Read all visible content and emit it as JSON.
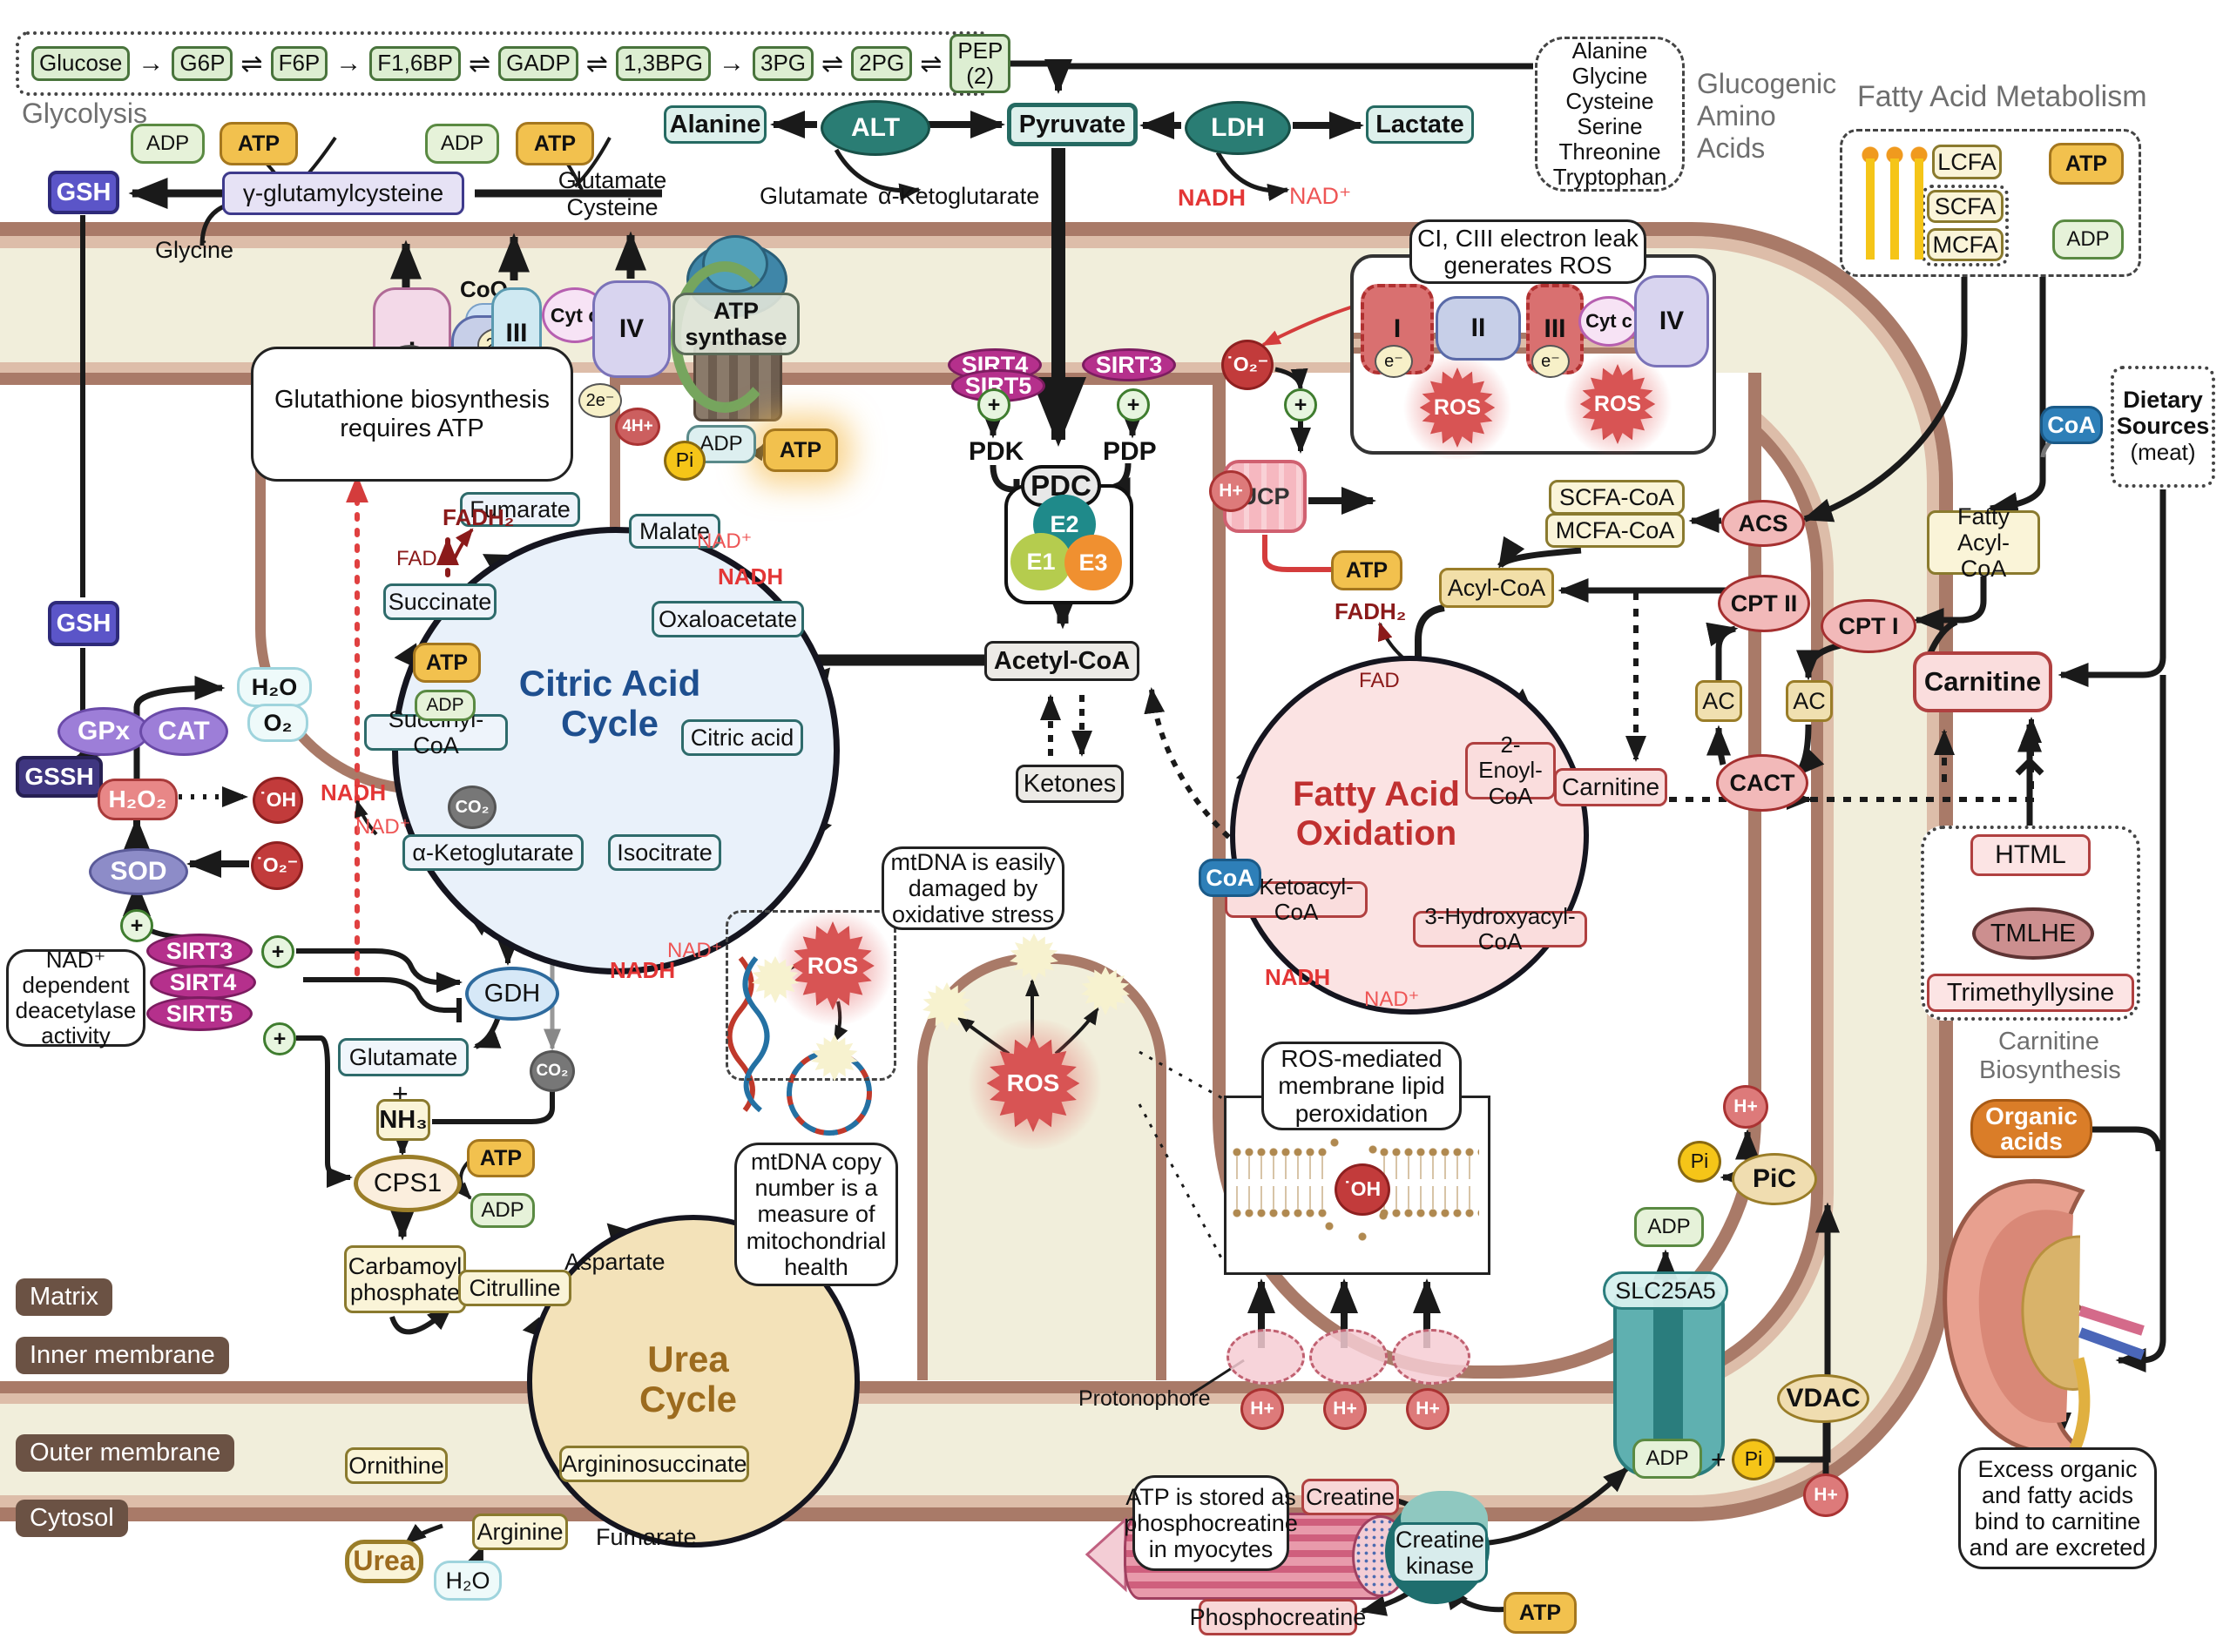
{
  "glycolysis": {
    "label": "Glycolysis",
    "steps": [
      "Glucose",
      "G6P",
      "F6P",
      "F1,6BP",
      "GADP",
      "1,3BPG",
      "3PG",
      "2PG",
      "PEP (2)"
    ],
    "ops": [
      "→",
      "⇌",
      "→",
      "⇌",
      "⇌",
      "→",
      "⇌",
      "⇌"
    ]
  },
  "cof": {
    "atp": "ATP",
    "adp": "ADP",
    "pi": "Pi",
    "nadh": "NADH",
    "nad": "NAD⁺",
    "fadh2": "FADH₂",
    "fad": "FAD",
    "h2o": "H₂O",
    "o2": "O₂",
    "co2": "CO₂",
    "hplus": "H+",
    "h4": "4H+",
    "e2": "2e⁻",
    "e1": "e⁻",
    "plus": "+",
    "ros": "ROS",
    "oh": "˙OH",
    "o2m": "˙O₂⁻",
    "coa": "CoA",
    "nh3": "NH₃",
    "ketones": "Ketones"
  },
  "top": {
    "alanine": "Alanine",
    "alt": "ALT",
    "pyruvate": "Pyruvate",
    "ldh": "LDH",
    "lactate": "Lactate",
    "glutamate": "Glutamate",
    "akg": "α-Ketoglutarate"
  },
  "amino": {
    "label": "Glucogenic Amino Acids",
    "items": [
      "Alanine",
      "Glycine",
      "Cysteine",
      "Serine",
      "Threonine",
      "Tryptophan"
    ]
  },
  "gsh": {
    "gsh": "GSH",
    "ggc": "γ-glutamylcysteine",
    "glutcys": "Glutamate Cysteine",
    "glycine": "Glycine",
    "note": "Glutathione biosynthesis requires ATP",
    "gpx": "GPx",
    "cat": "CAT",
    "gssh": "GSSH",
    "h2o2": "H₂O₂",
    "sod": "SOD"
  },
  "etc": {
    "c1": "I",
    "c2": "II",
    "c3": "III",
    "c4": "IV",
    "coq": "CoQ",
    "cytc": "Cyt c",
    "synthase": "ATP synthase"
  },
  "cac": {
    "title": "Citric Acid Cycle",
    "fumarate": "Fumarate",
    "malate": "Malate",
    "oxaloacetate": "Oxaloacetate",
    "citric": "Citric acid",
    "isocitrate": "Isocitrate",
    "akg": "α-Ketoglutarate",
    "succinylcoa": "Succinyl-CoA",
    "succinate": "Succinate"
  },
  "pdc": {
    "pdk": "PDK",
    "pdp": "PDP",
    "pdc": "PDC",
    "e1": "E1",
    "e2": "E2",
    "e3": "E3",
    "sirt3": "SIRT3",
    "sirt4": "SIRT4",
    "sirt5": "SIRT5",
    "acetyl": "Acetyl-CoA"
  },
  "sirtl": {
    "s3": "SIRT3",
    "s4": "SIRT4",
    "s5": "SIRT5",
    "note": "NAD⁺ dependent deacetylase activity"
  },
  "notes": {
    "eleak": "CI, CIII electron leak generates ROS",
    "mt1": "mtDNA is easily damaged by oxidative stress",
    "mt2": "mtDNA copy number is a measure of mitochondrial health",
    "lipid": "ROS-mediated membrane lipid peroxidation",
    "creatine": "ATP is stored as phosphocreatine in myocytes",
    "excess": "Excess organic and fatty acids bind to carnitine and are excreted"
  },
  "ucp": {
    "label": "UCP"
  },
  "fam": {
    "title": "Fatty Acid Metabolism",
    "lcfa": "LCFA",
    "scfa": "SCFA",
    "mcfa": "MCFA",
    "dietary1": "Dietary Sources",
    "dietary2": "(meat)"
  },
  "shuttle": {
    "acs": "ACS",
    "cpt2": "CPT II",
    "cpt1": "CPT I",
    "cact": "CACT",
    "ac": "AC",
    "fattyacyl": "Fatty Acyl-CoA",
    "carnitine": "Carnitine",
    "scfacoa": "SCFA-CoA",
    "mcfacoa": "MCFA-CoA",
    "acylcoa": "Acyl-CoA"
  },
  "fao": {
    "title": "Fatty Acid Oxidation",
    "enoyl": "2-Enoyl-CoA",
    "hydroxy": "3-Hydroxyacyl-CoA",
    "keto": "3-Ketoacyl-CoA",
    "carnitine": "Carnitine"
  },
  "bio": {
    "html": "HTML",
    "tmlhe": "TMLHE",
    "tml": "Trimethyllysine",
    "label": "Carnitine Biosynthesis",
    "organic": "Organic acids"
  },
  "gdha": {
    "gdh": "GDH",
    "glutamate": "Glutamate",
    "cps1": "CPS1",
    "carbamoyl": "Carbamoyl phosphate"
  },
  "urea": {
    "title": "Urea Cycle",
    "citrulline": "Citrulline",
    "argsucc": "Argininosuccinate",
    "arginine": "Arginine",
    "ornithine": "Ornithine",
    "urea": "Urea",
    "aspartate": "Aspartate",
    "fumarate": "Fumarate"
  },
  "proto": {
    "label": "Protonophore"
  },
  "creatine": {
    "creatine": "Creatine",
    "kinase": "Creatine kinase",
    "phospho": "Phosphocreatine"
  },
  "transport": {
    "slc": "SLC25A5",
    "vdac": "VDAC",
    "pic": "PiC"
  },
  "mem": {
    "matrix": "Matrix",
    "inner": "Inner membrane",
    "outer": "Outer membrane",
    "cytosol": "Cytosol"
  }
}
